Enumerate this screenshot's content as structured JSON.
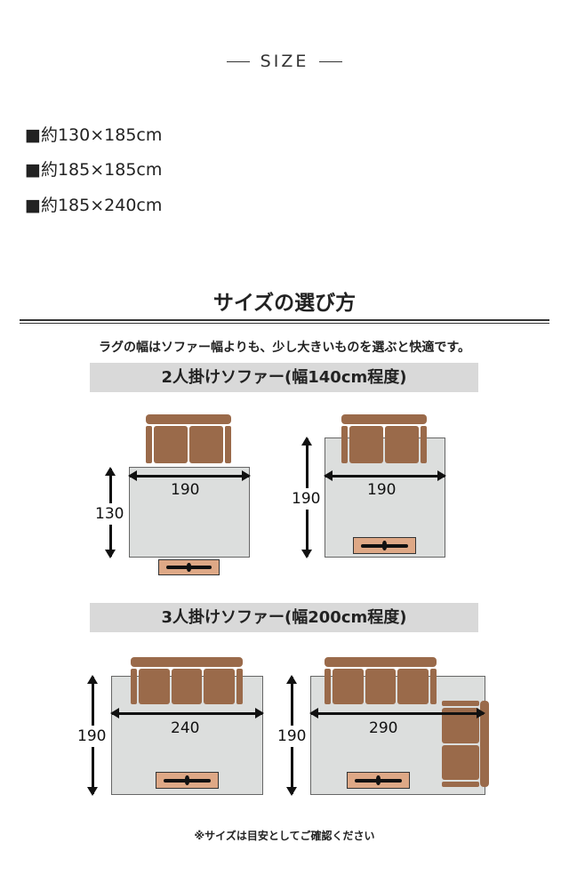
{
  "header": {
    "title": "SIZE"
  },
  "sizes": [
    "■約130×185cm",
    "■約185×185cm",
    "■約185×240cm"
  ],
  "guide": {
    "title": "サイズの選び方",
    "subtitle": "ラグの幅はソファー幅よりも、少し大きいものを選ぶと快適です。",
    "sections": [
      {
        "label": "2人掛けソファー(幅140cm程度)",
        "diagrams": [
          {
            "width": "190",
            "depth": "130"
          },
          {
            "width": "190",
            "depth": "190"
          }
        ]
      },
      {
        "label": "3人掛けソファー(幅200cm程度)",
        "diagrams": [
          {
            "width": "240",
            "depth": "190"
          },
          {
            "width": "290",
            "depth": "190"
          }
        ]
      }
    ],
    "note": "※サイズは目安としてご確認ください"
  },
  "colors": {
    "sofa": "#9a6a4a",
    "rug": "#dcdedd",
    "band": "#d9d9d9",
    "tv": "#dea886"
  }
}
